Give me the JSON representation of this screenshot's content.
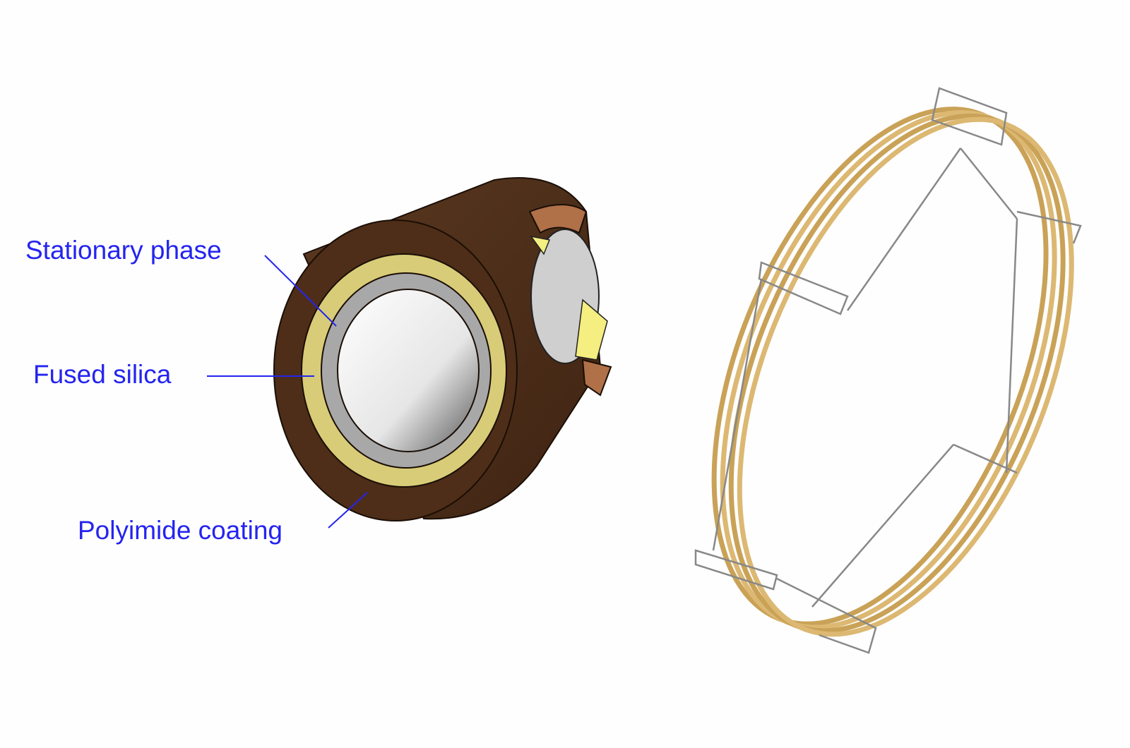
{
  "labels": {
    "stationary_phase": "Stationary phase",
    "fused_silica": "Fused silica",
    "polyimide_coating": "Polyimide coating"
  },
  "colors": {
    "label": "#2424f0",
    "polyimide": "#4e2e18",
    "stationary_phase": "#d8cc78",
    "fused_silica": "#a8a8a8",
    "column_tubing": "#d6b26a",
    "cage_wire": "#888888"
  }
}
